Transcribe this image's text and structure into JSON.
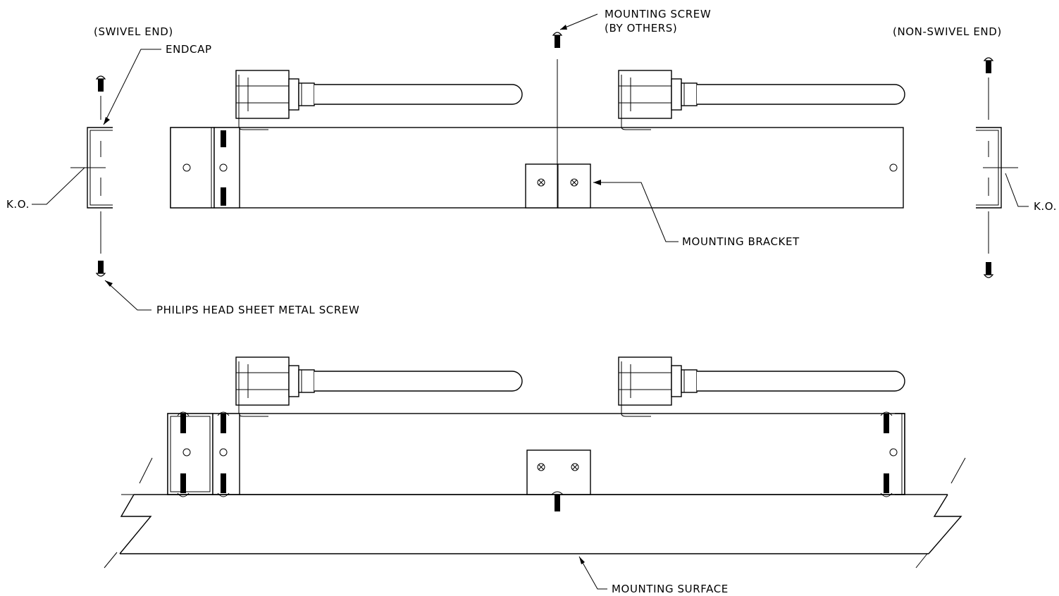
{
  "labels": {
    "swivel_end": "(SWIVEL END)",
    "non_swivel_end": "(NON-SWIVEL END)",
    "endcap": "ENDCAP",
    "mounting_screw": "MOUNTING SCREW",
    "by_others": "(BY OTHERS)",
    "ko_left": "K.O.",
    "ko_right": "K.O.",
    "mounting_bracket": "MOUNTING BRACKET",
    "philips_screw": "PHILIPS HEAD SHEET METAL SCREW",
    "mounting_surface": "MOUNTING SURFACE"
  },
  "colors": {
    "line": "#000000",
    "background": "#ffffff"
  }
}
